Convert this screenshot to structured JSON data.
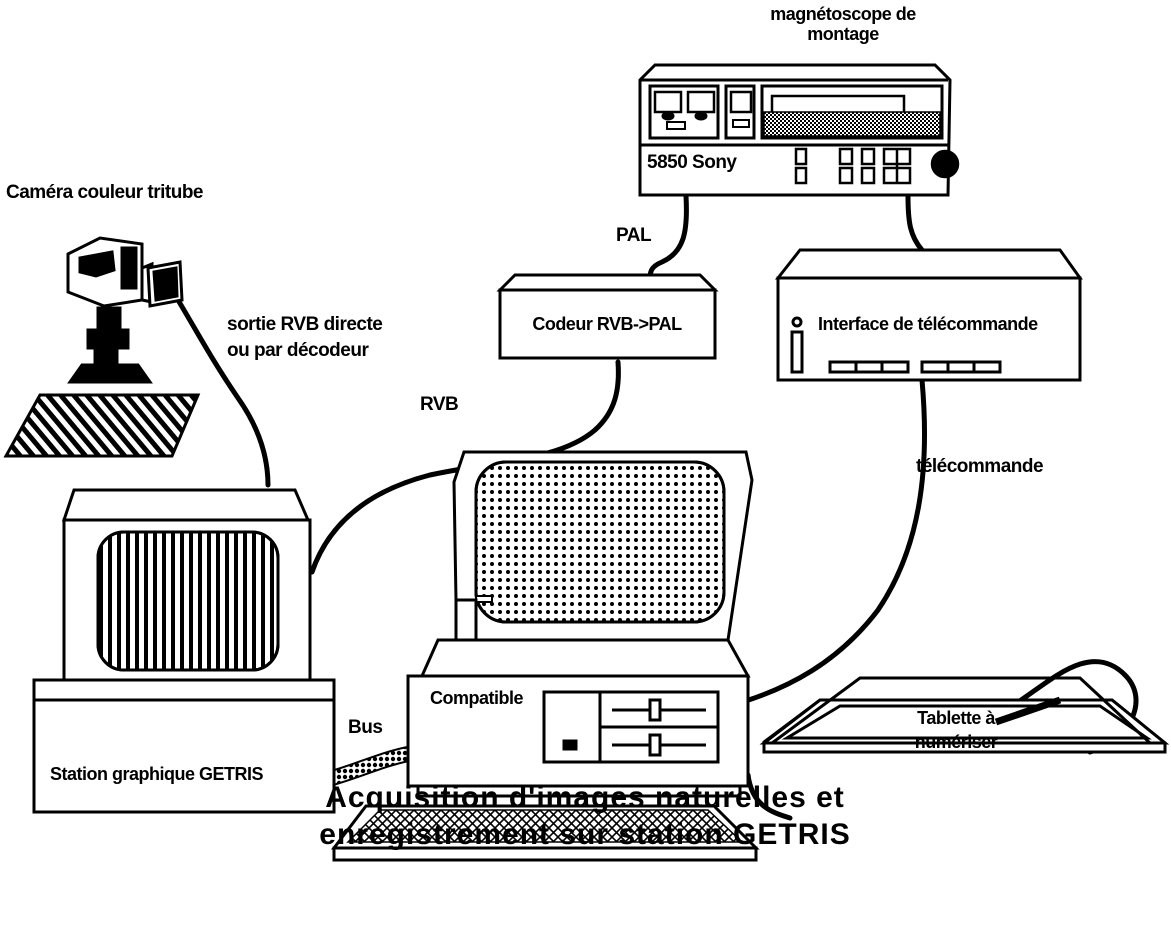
{
  "diagram": {
    "devices": {
      "vcr": {
        "title_line1": "magnétoscope de",
        "title_line2": "montage",
        "model": "5850 Sony"
      },
      "camera": {
        "label": "Caméra couleur tritube"
      },
      "coder": {
        "label": "Codeur RVB->PAL"
      },
      "remote_interface": {
        "label": "Interface de télécommande"
      },
      "station": {
        "label": "Station graphique GETRIS"
      },
      "pc": {
        "label": "Compatible"
      },
      "tablet": {
        "label_line1": "Tablette à",
        "label_line2": "numériser"
      }
    },
    "connections": {
      "pal": "PAL",
      "rgb_out_line1": "sortie RVB directe",
      "rgb_out_line2": "ou par décodeur",
      "rvb": "RVB",
      "remote": "télécommande",
      "bus": "Bus"
    },
    "caption_line1": "Acquisition d'images naturelles et",
    "caption_line2": "enregistrement sur station GETRIS"
  }
}
